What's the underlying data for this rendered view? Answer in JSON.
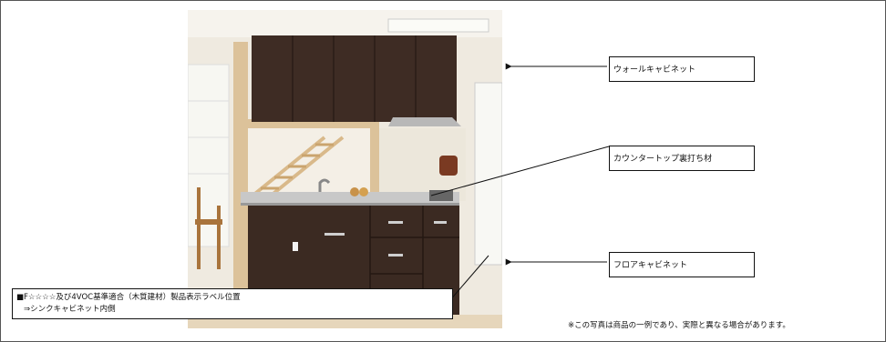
{
  "callouts": {
    "wall_cabinet": "ウォールキャビネット",
    "counter_backing": "カウンタートップ裏打ち材",
    "floor_cabinet": "フロアキャビネット"
  },
  "label_note": {
    "line1": "■F☆☆☆☆及び4VOC基準適合（木質建材）製品表示ラベル位置",
    "line2": "⇒シンクキャビネット内側"
  },
  "footnote": "※この写真は商品の一例であり、実際と異なる場合があります。"
}
